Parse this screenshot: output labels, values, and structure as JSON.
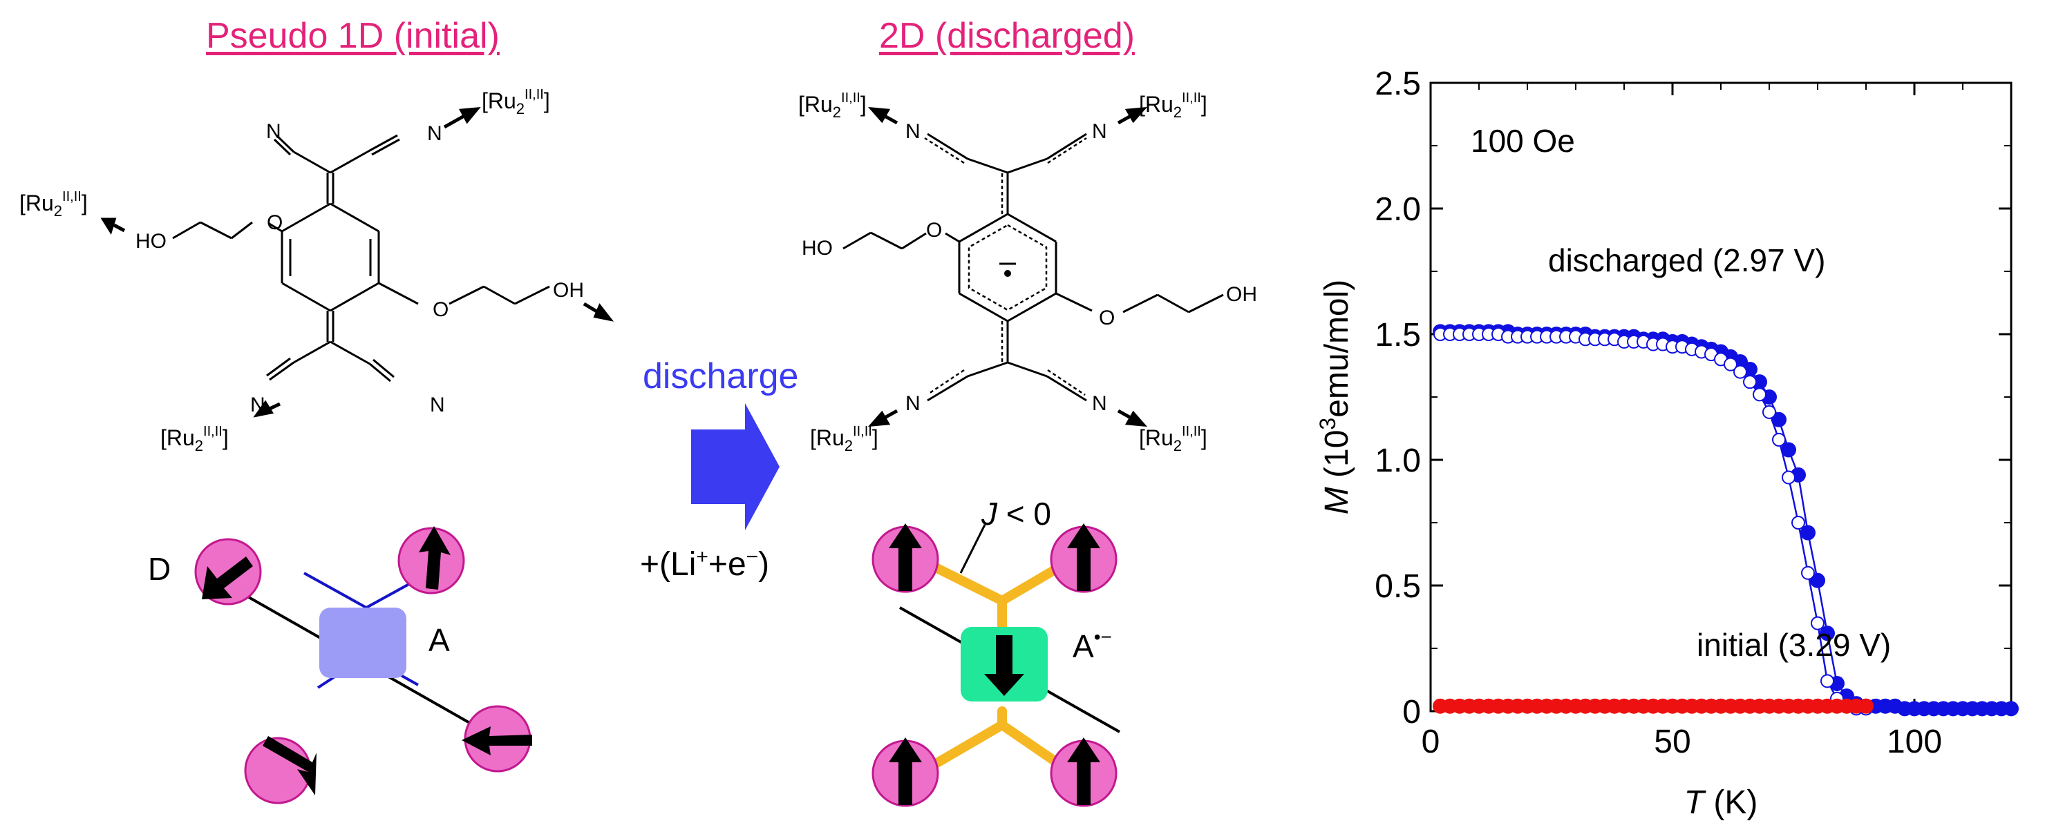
{
  "left_panel": {
    "title": "Pseudo 1D (initial)",
    "ru_label": "[Ru",
    "ru_sub": "2",
    "ru_sup": "II,II",
    "ru_close": "]",
    "atom_N": "N",
    "atom_O": "O",
    "atom_HO": "HO",
    "atom_OH": "OH",
    "donor_label": "D",
    "acceptor_label": "A"
  },
  "middle": {
    "discharge_label": "discharge",
    "reaction_prefix": "+(Li",
    "reaction_sup1": "+",
    "reaction_mid": "+e",
    "reaction_sup2": "−",
    "reaction_suffix": ")",
    "arrow_color": "#3b3bf2"
  },
  "right_panel": {
    "title": "2D (discharged)",
    "coupling_J": "J",
    "coupling_rel": " < 0",
    "acceptor_label": "A",
    "acceptor_sup": "•−"
  },
  "colors": {
    "heading": "#e4227a",
    "spin_site": "#ee6fc8",
    "spin_edge": "#c2188f",
    "acceptor_initial": "#9c9cf7",
    "acceptor_discharged": "#21e79b",
    "bond_blue": "#1414c8",
    "bond_orange": "#f5b823",
    "series_discharged": "#1010e0",
    "series_initial": "#ee1111"
  },
  "chart_data": {
    "type": "scatter",
    "annotation": "100 Oe",
    "xlabel_var": "T",
    "xlabel_unit": " (K)",
    "ylabel_var": "M",
    "ylabel_rest": " (10",
    "ylabel_sup": "3",
    "ylabel_unit": "emu/mol)",
    "xlim": [
      0,
      120
    ],
    "ylim": [
      0,
      2.5
    ],
    "xticks": [
      0,
      50,
      100
    ],
    "yticks": [
      0,
      0.5,
      1.0,
      1.5,
      2.0,
      2.5
    ],
    "ytick_labels": [
      "0",
      "0.5",
      "1.0",
      "1.5",
      "2.0",
      "2.5"
    ],
    "series": [
      {
        "name": "discharged (2.97 V)",
        "style": "filled",
        "x": [
          2,
          4,
          6,
          8,
          10,
          12,
          14,
          16,
          18,
          20,
          22,
          24,
          26,
          28,
          30,
          32,
          34,
          36,
          38,
          40,
          42,
          44,
          46,
          48,
          50,
          52,
          54,
          56,
          58,
          60,
          62,
          64,
          66,
          68,
          70,
          72,
          74,
          76,
          78,
          80,
          82,
          84,
          86,
          88,
          90,
          92,
          94,
          96,
          98,
          100,
          102,
          104,
          106,
          108,
          110,
          112,
          114,
          116,
          118,
          120
        ],
        "y": [
          1.51,
          1.51,
          1.51,
          1.51,
          1.51,
          1.51,
          1.51,
          1.51,
          1.5,
          1.5,
          1.5,
          1.5,
          1.5,
          1.5,
          1.5,
          1.5,
          1.49,
          1.49,
          1.49,
          1.49,
          1.49,
          1.48,
          1.48,
          1.48,
          1.47,
          1.47,
          1.46,
          1.45,
          1.44,
          1.43,
          1.41,
          1.39,
          1.36,
          1.31,
          1.25,
          1.16,
          1.04,
          0.94,
          0.71,
          0.52,
          0.31,
          0.11,
          0.06,
          0.03,
          0.02,
          0.02,
          0.02,
          0.02,
          0.01,
          0.01,
          0.01,
          0.01,
          0.01,
          0.01,
          0.01,
          0.01,
          0.01,
          0.01,
          0.01,
          0.01
        ]
      },
      {
        "name": "discharged (2.97 V) open",
        "style": "open",
        "x": [
          2,
          4,
          6,
          8,
          10,
          12,
          14,
          16,
          18,
          20,
          22,
          24,
          26,
          28,
          30,
          32,
          34,
          36,
          38,
          40,
          42,
          44,
          46,
          48,
          50,
          52,
          54,
          56,
          58,
          60,
          62,
          64,
          66,
          68,
          70,
          72,
          74,
          76,
          78,
          80,
          82,
          84,
          86,
          88,
          90
        ],
        "y": [
          1.5,
          1.5,
          1.5,
          1.5,
          1.5,
          1.5,
          1.5,
          1.49,
          1.49,
          1.49,
          1.49,
          1.49,
          1.49,
          1.49,
          1.49,
          1.48,
          1.48,
          1.48,
          1.48,
          1.47,
          1.47,
          1.47,
          1.46,
          1.46,
          1.45,
          1.45,
          1.44,
          1.43,
          1.42,
          1.4,
          1.38,
          1.35,
          1.31,
          1.26,
          1.19,
          1.08,
          0.93,
          0.75,
          0.55,
          0.35,
          0.12,
          0.05,
          0.02,
          0.01,
          0.01
        ]
      },
      {
        "name": "initial (3.29 V)",
        "style": "filled",
        "x": [
          2,
          4,
          6,
          8,
          10,
          12,
          14,
          16,
          18,
          20,
          22,
          24,
          26,
          28,
          30,
          32,
          34,
          36,
          38,
          40,
          42,
          44,
          46,
          48,
          50,
          52,
          54,
          56,
          58,
          60,
          62,
          64,
          66,
          68,
          70,
          72,
          74,
          76,
          78,
          80,
          82,
          84,
          86,
          88,
          90
        ],
        "y": [
          0.02,
          0.02,
          0.02,
          0.02,
          0.02,
          0.02,
          0.02,
          0.02,
          0.02,
          0.02,
          0.02,
          0.02,
          0.02,
          0.02,
          0.02,
          0.02,
          0.02,
          0.02,
          0.02,
          0.02,
          0.02,
          0.02,
          0.02,
          0.02,
          0.02,
          0.02,
          0.02,
          0.02,
          0.02,
          0.02,
          0.02,
          0.02,
          0.02,
          0.02,
          0.02,
          0.02,
          0.02,
          0.02,
          0.02,
          0.02,
          0.02,
          0.02,
          0.02,
          0.02,
          0.02
        ]
      }
    ],
    "series_labels": [
      "discharged (2.97 V)",
      "initial (3.29 V)"
    ]
  }
}
